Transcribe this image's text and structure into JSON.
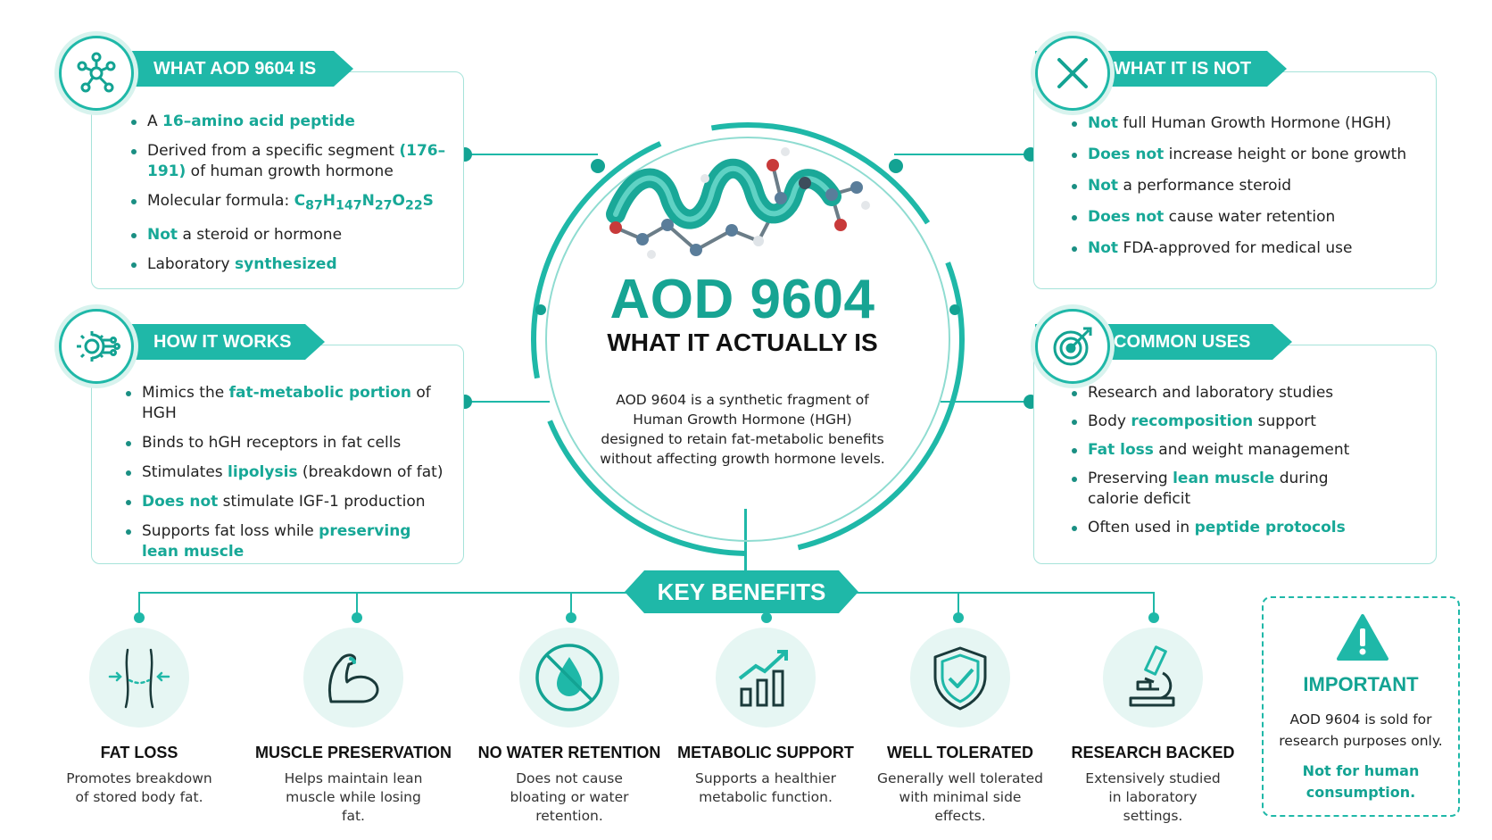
{
  "colors": {
    "teal": "#1fb8a8",
    "teal_dark": "#13a393",
    "teal_light": "#e6f6f3"
  },
  "center": {
    "title": "AOD 9604",
    "subtitle": "WHAT IT ACTUALLY IS",
    "description": "AOD 9604 is a synthetic fragment of Human Growth Hormone (HGH) designed to retain fat-metabolic benefits without affecting growth hormone levels.",
    "image": "peptide-molecule-illustration"
  },
  "what_it_is": {
    "title": "WHAT AOD 9604 IS",
    "icon": "molecule-icon",
    "items": [
      {
        "pre": "A ",
        "hl": "16–amino acid peptide",
        "post": ""
      },
      {
        "pre": "Derived from a specific segment ",
        "hl": "(176–191)",
        "post": " of human growth hormone"
      },
      {
        "pre": "Molecular formula: ",
        "hl": "C87H147N27O22S",
        "post": ""
      },
      {
        "pre": "",
        "hl": "Not",
        "post": " a steroid or hormone"
      },
      {
        "pre": "Laboratory ",
        "hl": "synthesized",
        "post": ""
      }
    ]
  },
  "what_it_is_not": {
    "title": "WHAT IT IS NOT",
    "icon": "x-icon",
    "items": [
      {
        "hl": "Not",
        "post": " full Human Growth Hormone (HGH)"
      },
      {
        "hl": "Does not",
        "post": " increase height or bone growth"
      },
      {
        "hl": "Not",
        "post": " a performance steroid"
      },
      {
        "hl": "Does not",
        "post": " cause water retention"
      },
      {
        "hl": "Not",
        "post": " FDA-approved for medical use"
      }
    ]
  },
  "how_it_works": {
    "title": "HOW IT WORKS",
    "icon": "gear-circuit-icon",
    "items": [
      {
        "pre": "Mimics the ",
        "hl": "fat-metabolic portion",
        "post": " of HGH"
      },
      {
        "pre": "Binds to hGH receptors in fat cells",
        "hl": "",
        "post": ""
      },
      {
        "pre": "Stimulates ",
        "hl": "lipolysis",
        "post": " (breakdown of fat)"
      },
      {
        "pre": "",
        "hl": "Does not",
        "post": " stimulate IGF-1 production"
      },
      {
        "pre": "Supports fat loss while ",
        "hl": "preserving lean muscle",
        "post": ""
      }
    ]
  },
  "common_uses": {
    "title": "COMMON USES",
    "icon": "target-icon",
    "items": [
      {
        "pre": "Research and laboratory studies",
        "hl": "",
        "post": ""
      },
      {
        "pre": "Body ",
        "hl": "recomposition",
        "post": " support"
      },
      {
        "pre": "",
        "hl": "Fat loss",
        "post": " and weight management"
      },
      {
        "pre": "Preserving ",
        "hl": "lean muscle",
        "post": " during calorie deficit"
      },
      {
        "pre": "Often used in ",
        "hl": "peptide protocols",
        "post": ""
      }
    ]
  },
  "key_benefits": {
    "title": "KEY BENEFITS",
    "items": [
      {
        "icon": "waist-icon",
        "title": "FAT LOSS",
        "desc": "Promotes breakdown of stored body fat."
      },
      {
        "icon": "flexed-arm-icon",
        "title": "MUSCLE PRESERVATION",
        "desc": "Helps maintain lean muscle while losing fat."
      },
      {
        "icon": "no-water-drop-icon",
        "title": "NO WATER RETENTION",
        "desc": "Does not cause bloating or water retention."
      },
      {
        "icon": "growth-chart-icon",
        "title": "METABOLIC SUPPORT",
        "desc": "Supports a healthier metabolic function."
      },
      {
        "icon": "shield-check-icon",
        "title": "WELL TOLERATED",
        "desc": "Generally well tolerated with minimal side effects."
      },
      {
        "icon": "microscope-icon",
        "title": "RESEARCH BACKED",
        "desc": "Extensively studied in laboratory settings."
      }
    ]
  },
  "important": {
    "icon": "warning-icon",
    "title": "IMPORTANT",
    "desc": "AOD 9604 is sold for research purposes only.",
    "note": "Not for human consumption."
  }
}
